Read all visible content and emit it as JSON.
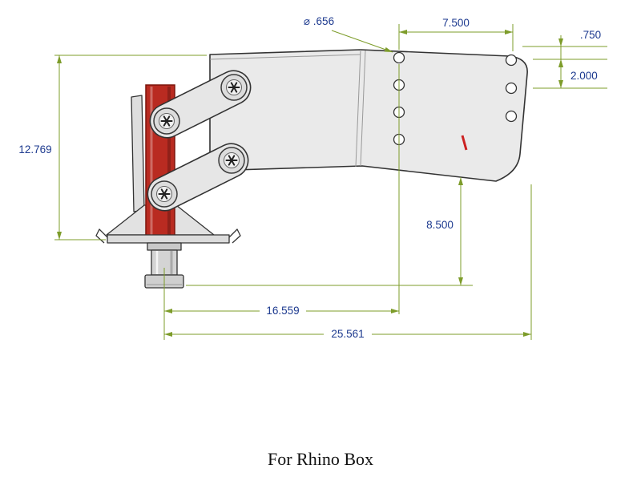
{
  "caption": "For Rhino Box",
  "dims": {
    "hole_diameter": "⌀ .656",
    "hole_span_top": "7.500",
    "top_edge_offset": ".750",
    "hole_spacing": "2.000",
    "overall_height": "12.769",
    "drop_height": "8.500",
    "center_to_holes": "16.559",
    "overall_length": "25.561"
  },
  "colors": {
    "dim-line": "#7d9c2a",
    "dim-text": "#1d3a8f",
    "outline": "#333333",
    "plate-fill": "#eaeaea",
    "post-red": "#b92b21"
  }
}
